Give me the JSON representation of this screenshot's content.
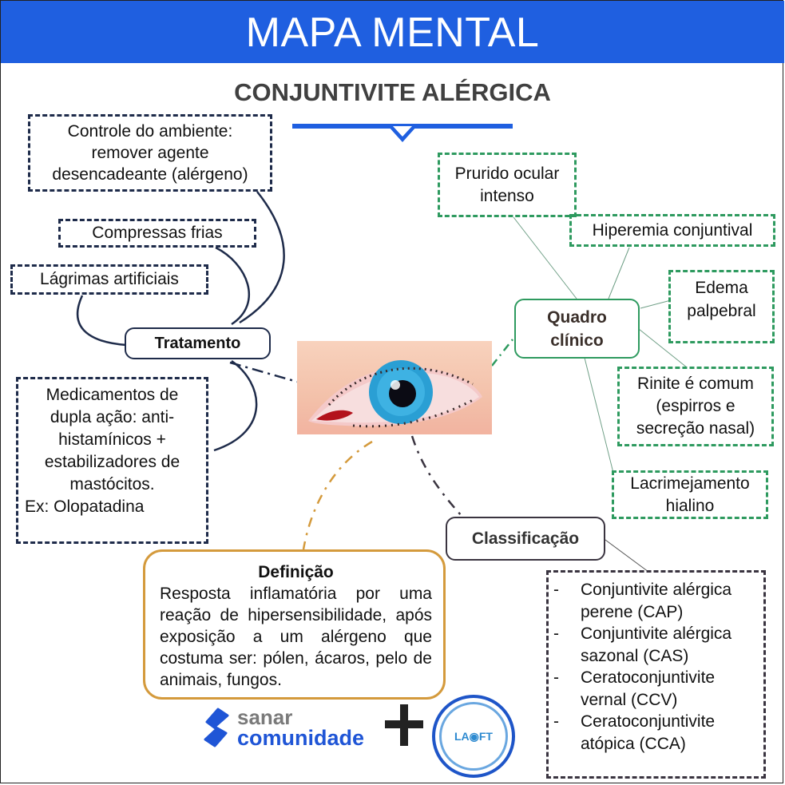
{
  "header": {
    "title": "MAPA MENTAL"
  },
  "subtitle": "CONJUNTIVITE ALÉRGICA",
  "colors": {
    "header_bg": "#1f5fe0",
    "treatment": "#1e2b4a",
    "clinical": "#2e9a5f",
    "classification": "#3a3440",
    "definition": "#d49a3c"
  },
  "center_image": {
    "icon": "red-eye-illustration"
  },
  "treatment": {
    "label": "Tratamento",
    "items": [
      "Controle do ambiente: remover agente desencadeante (alérgeno)",
      "Compressas frias",
      "Lágrimas artificiais",
      "Medicamentos de dupla ação: anti-histamínicos + estabilizadores de mastócitos.",
      "Ex: Olopatadina"
    ],
    "controle_lines": [
      "Controle do ambiente:",
      "remover agente",
      "desencadeante (alérgeno)"
    ],
    "medicamentos_lines": [
      "Medicamentos de",
      "dupla ação: anti-",
      "histamínicos +",
      "estabilizadores de",
      "mastócitos."
    ]
  },
  "clinical": {
    "label_line1": "Quadro",
    "label_line2": "clínico",
    "items": [
      {
        "l1": "Prurido ocular",
        "l2": "intenso"
      },
      {
        "l1": "Hiperemia conjuntival",
        "l2": ""
      },
      {
        "l1": "Edema",
        "l2": "palpebral"
      },
      {
        "l1": "Rinite é comum",
        "l2": "(espirros e",
        "l3": "secreção nasal)"
      },
      {
        "l1": "Lacrimejamento",
        "l2": "hialino"
      }
    ]
  },
  "classification": {
    "label": "Classificação",
    "bullet": "-",
    "items": [
      {
        "l1": "Conjuntivite alérgica",
        "l2": "perene (CAP)"
      },
      {
        "l1": "Conjuntivite alérgica",
        "l2": "sazonal (CAS)"
      },
      {
        "l1": "Ceratoconjuntivite",
        "l2": "vernal (CCV)"
      },
      {
        "l1": "Ceratoconjuntivite",
        "l2": "atópica (CCA)"
      }
    ]
  },
  "definition": {
    "title": "Definição",
    "body": "Resposta inflamatória por uma reação de hipersensibilidade, após exposição a um alérgeno que costuma ser: pólen, ácaros, pelo de animais, fungos."
  },
  "footer": {
    "sanar_top": "sanar",
    "sanar_bottom": "comunidade",
    "plus": "+",
    "laoft_text": "LA◉FT"
  }
}
